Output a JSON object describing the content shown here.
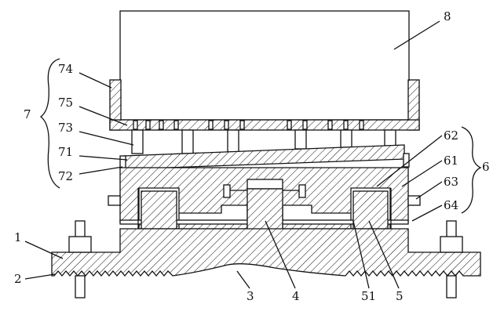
{
  "labels": {
    "l1": "1",
    "l2": "2",
    "l3": "3",
    "l4": "4",
    "l5": "5",
    "l51": "51",
    "l6": "6",
    "l61": "61",
    "l62": "62",
    "l63": "63",
    "l64": "64",
    "l7": "7",
    "l71": "71",
    "l72": "72",
    "l73": "73",
    "l74": "74",
    "l75": "75",
    "l8": "8"
  }
}
